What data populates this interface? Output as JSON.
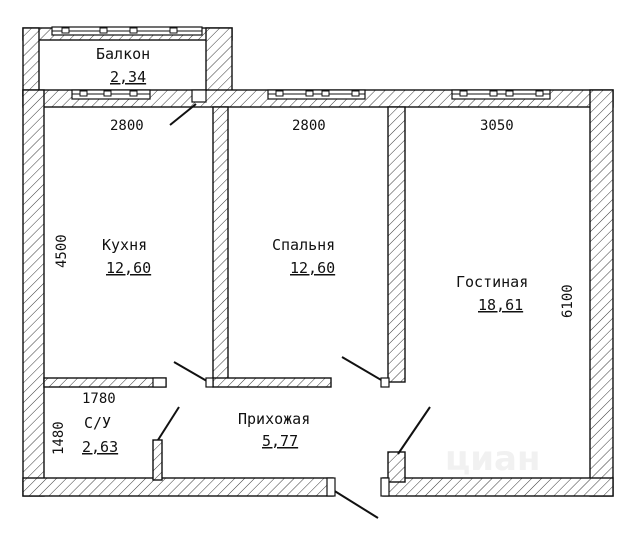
{
  "rooms": [
    {
      "name": "Балкон",
      "area": "2,34"
    },
    {
      "name": "Кухня",
      "area": "12,60"
    },
    {
      "name": "Спальня",
      "area": "12,60"
    },
    {
      "name": "Гостиная",
      "area": "18,61"
    },
    {
      "name": "С/У",
      "area": "2,63"
    },
    {
      "name": "Прихожая",
      "area": "5,77"
    }
  ],
  "dimensions": {
    "kitchen_width": "2800",
    "bedroom_width": "2800",
    "living_width": "3050",
    "kitchen_depth": "4500",
    "living_depth": "6100",
    "bath_width": "1780",
    "bath_depth": "1480"
  },
  "watermark": "циан",
  "colors": {
    "line": "#111111",
    "background": "#ffffff"
  }
}
